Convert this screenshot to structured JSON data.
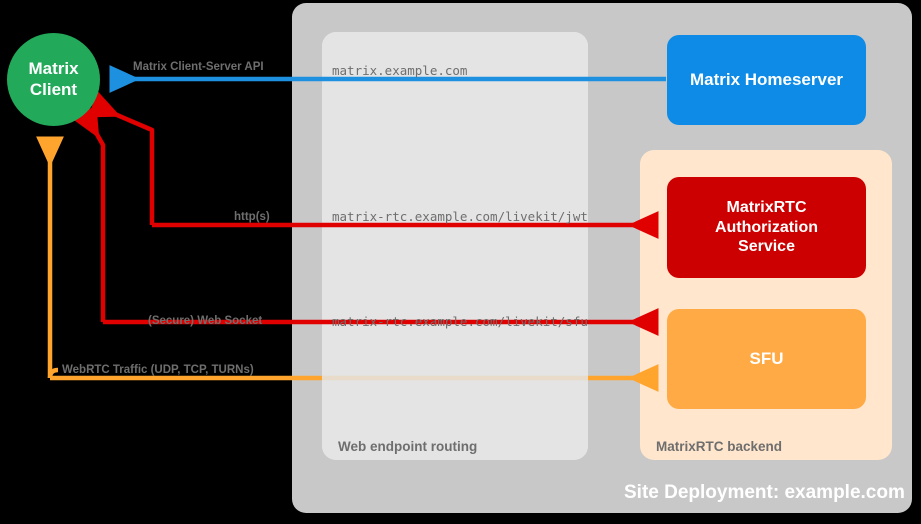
{
  "diagram": {
    "title": "Site Deployment: example.com",
    "background_color": "#000000"
  },
  "containers": {
    "site_deployment": {
      "caption": "Site Deployment: example.com",
      "color": "#C8C8C8"
    },
    "web_endpoint_routing": {
      "caption": "Web endpoint routing",
      "color": "#E4E4E4"
    },
    "matrixrtc_backend": {
      "caption": "MatrixRTC backend",
      "color": "#FFE6CC"
    }
  },
  "nodes": {
    "matrix_client": {
      "label": "Matrix\nClient",
      "line1": "Matrix",
      "line2": "Client",
      "color": "#22A95A",
      "shape": "circle"
    },
    "matrix_homeserver": {
      "label": "Matrix Homeserver",
      "color": "#0D8BE6",
      "shape": "rounded-rect"
    },
    "matrixrtc_authorization_service": {
      "line1": "MatrixRTC",
      "line2": "Authorization",
      "line3": "Service",
      "label": "MatrixRTC Authorization Service",
      "color": "#CC0000",
      "shape": "rounded-rect"
    },
    "sfu": {
      "label": "SFU",
      "color": "#FFAA44",
      "shape": "rounded-rect"
    }
  },
  "endpoints": {
    "matrix": "matrix.example.com",
    "livekit_jwt": "matrix-rtc.example.com/livekit/jwt",
    "livekit_sfu": "matrix-rtc.example.com/livekit/sfu"
  },
  "connections": [
    {
      "id": "matrix-client-server-api",
      "label": "Matrix Client-Server API",
      "color": "#1E90E0",
      "from": "matrix_homeserver",
      "to": "matrix_client",
      "endpoint": "matrix.example.com",
      "direction": "bidirectional-left"
    },
    {
      "id": "https-jwt",
      "label": "http(s)",
      "color": "#E00000",
      "from": "matrix_client",
      "to": "matrixrtc_authorization_service",
      "endpoint": "matrix-rtc.example.com/livekit/jwt",
      "direction": "bidirectional"
    },
    {
      "id": "secure-web-socket",
      "label": "(Secure) Web Socket",
      "color": "#E00000",
      "from": "matrix_client",
      "to": "sfu",
      "endpoint": "matrix-rtc.example.com/livekit/sfu",
      "direction": "bidirectional"
    },
    {
      "id": "webrtc-traffic",
      "label": "WebRTC Traffic (UDP, TCP, TURNs)",
      "color": "#FFA52E",
      "from": "matrix_client",
      "to": "sfu",
      "direction": "bidirectional"
    }
  ],
  "colors": {
    "green": "#22A95A",
    "blue": "#0D8BE6",
    "blue_line": "#1E90E0",
    "red": "#CC0000",
    "red_line": "#E00000",
    "orange": "#FFAA44",
    "orange_line": "#FFA52E",
    "gray_outer": "#C8C8C8",
    "gray_inner": "#E4E4E4",
    "peach": "#FFE6CC",
    "caption_gray": "#6E6E6E",
    "white": "#FFFFFF",
    "background": "#000000"
  }
}
